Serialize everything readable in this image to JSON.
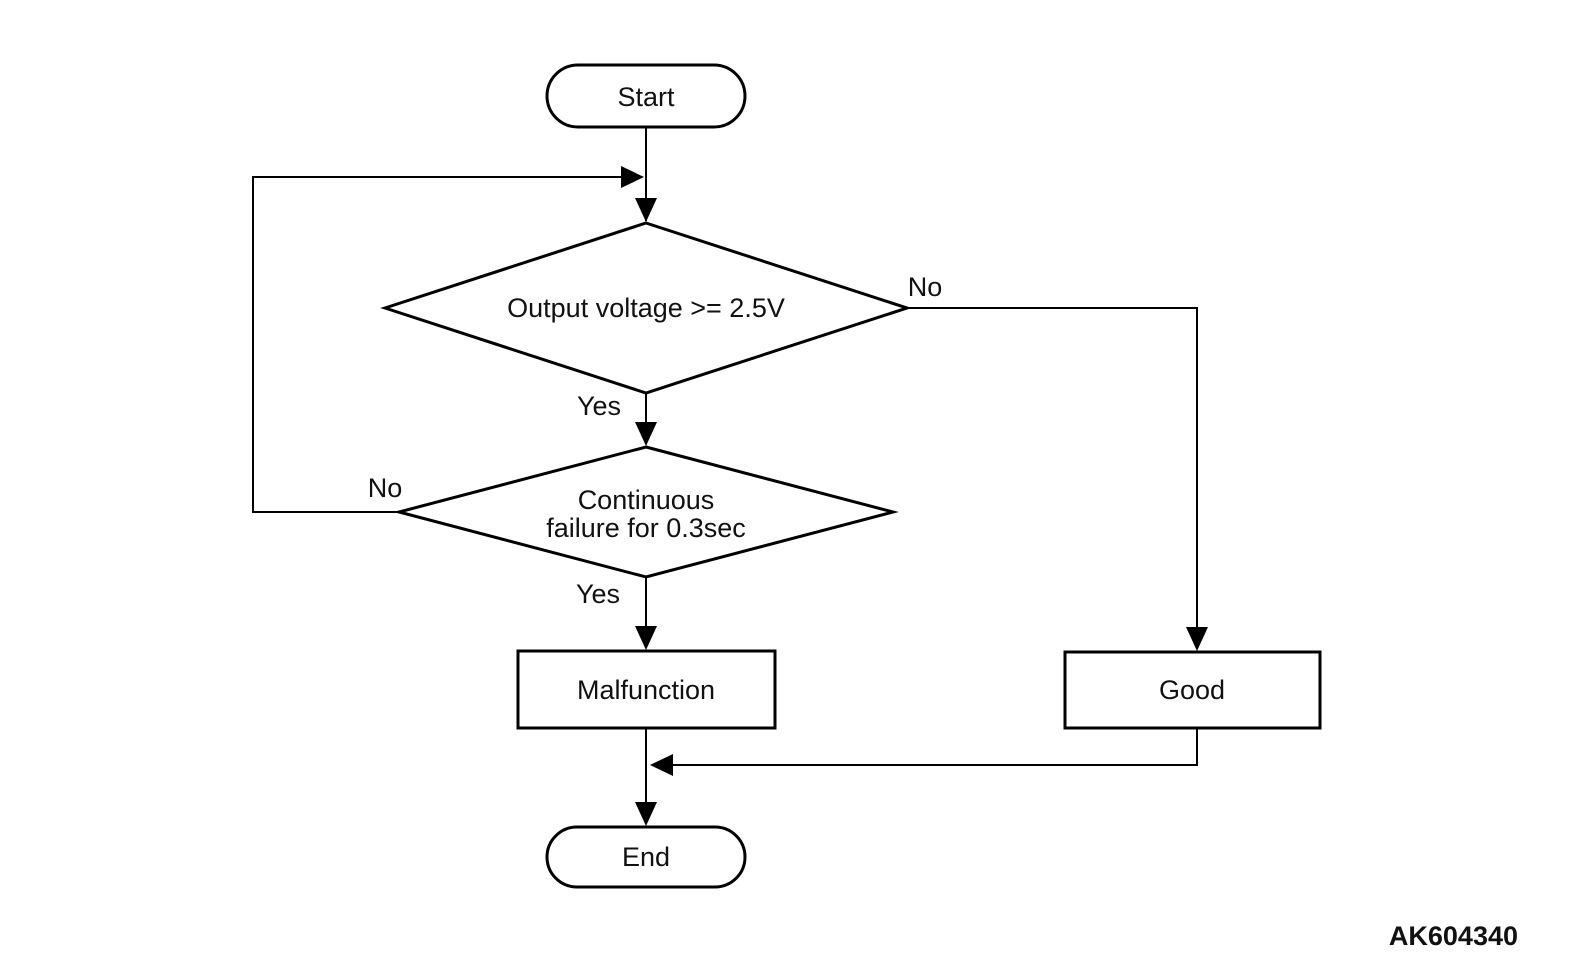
{
  "diagram": {
    "figure_code": "AK604340",
    "colors": {
      "line": "#000000",
      "background": "#ffffff",
      "text": "#111111"
    },
    "nodes": {
      "start": {
        "type": "terminator",
        "label": "Start"
      },
      "decision_voltage": {
        "type": "decision",
        "label": "Output voltage >= 2.5V"
      },
      "decision_failure": {
        "type": "decision",
        "line1": "Continuous",
        "line2": "failure for 0.3sec"
      },
      "malfunction": {
        "type": "process",
        "label": "Malfunction"
      },
      "good": {
        "type": "process",
        "label": "Good"
      },
      "end": {
        "type": "terminator",
        "label": "End"
      }
    },
    "edge_labels": {
      "voltage_no": "No",
      "voltage_yes": "Yes",
      "failure_no": "No",
      "failure_yes": "Yes"
    }
  }
}
